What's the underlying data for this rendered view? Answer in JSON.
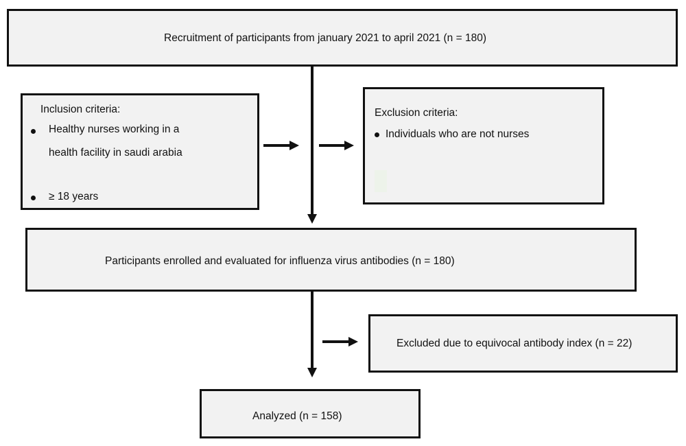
{
  "recruitment": {
    "text": "Recruitment of participants from january 2021 to april 2021 (n = 180)"
  },
  "inclusion": {
    "title": "Inclusion criteria:",
    "items": [
      {
        "line1": "Healthy nurses working in a",
        "line2": "health facility in saudi arabia"
      },
      {
        "line1": "≥ 18 years"
      }
    ]
  },
  "exclusion": {
    "title": "Exclusion criteria:",
    "items": [
      "Individuals who are not nurses"
    ]
  },
  "enrolled": {
    "text": "Participants enrolled and evaluated for influenza virus antibodies (n = 180)"
  },
  "excluded": {
    "text": "Excluded due to equivocal antibody index (n = 22)"
  },
  "analyzed": {
    "text": "Analyzed (n = 158)"
  },
  "colors": {
    "box_fill": "#f2f2f2",
    "stroke": "#111111"
  }
}
